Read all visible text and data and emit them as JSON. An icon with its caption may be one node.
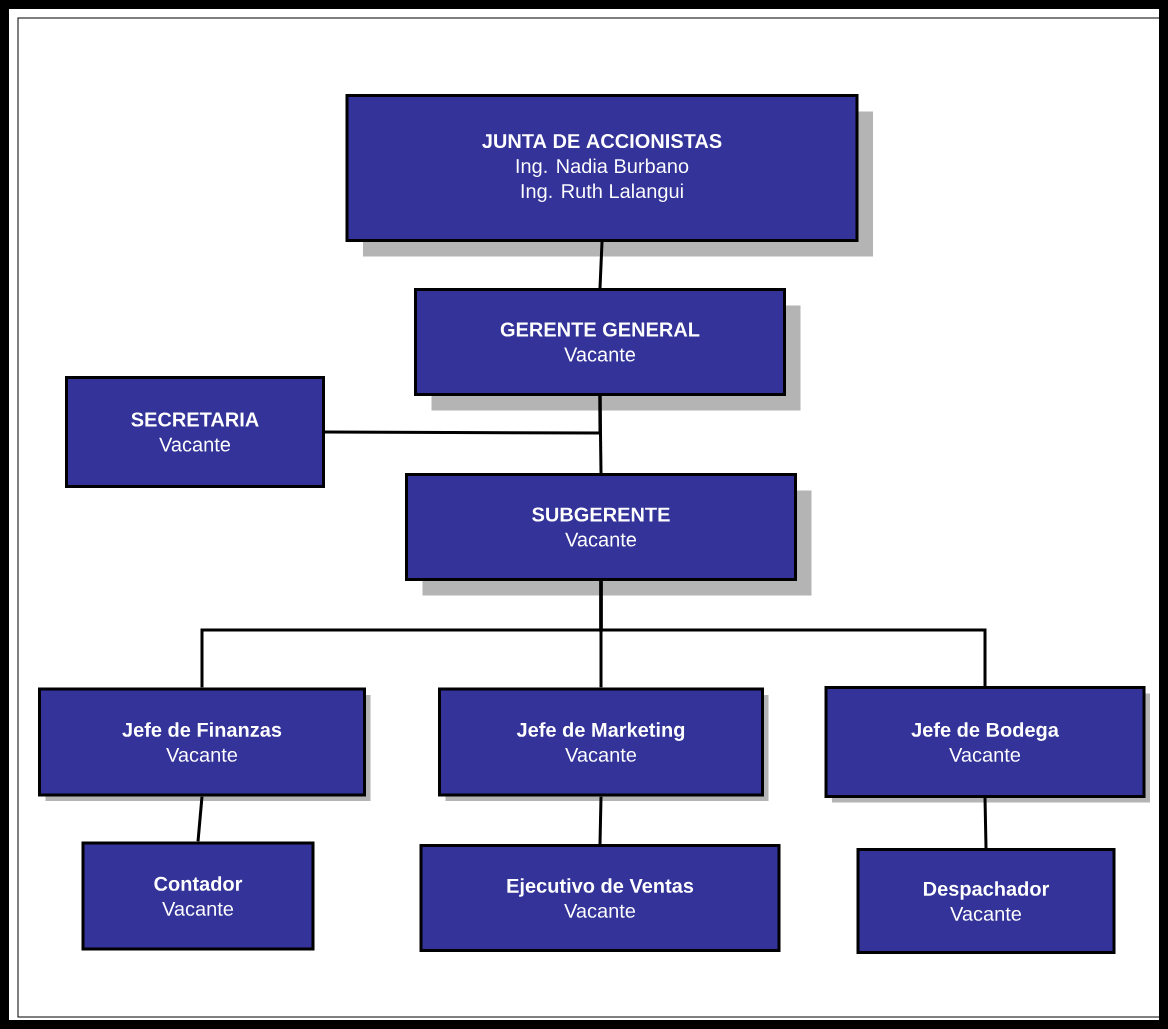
{
  "diagram": {
    "nodes": [
      {
        "text": [
          "JUNTA DE ACCIONISTAS",
          "Ing. Nadia Burbano",
          "Ing. Ruth Lalangui"
        ]
      },
      {
        "text": [
          "GERENTE GENERAL",
          "Vacante"
        ]
      },
      {
        "text": [
          "SECRETARIA",
          "Vacante"
        ]
      },
      {
        "text": [
          "SUBGERENTE",
          "Vacante"
        ]
      },
      {
        "text": [
          "Jefe de Finanzas",
          "Vacante"
        ]
      },
      {
        "text": [
          "Jefe de Marketing",
          "Vacante"
        ]
      },
      {
        "text": [
          "Jefe de Bodega",
          "Vacante"
        ]
      },
      {
        "text": [
          "Contador",
          "Vacante"
        ]
      },
      {
        "text": [
          "Ejecutivo de Ventas",
          "Vacante"
        ]
      },
      {
        "text": [
          "Despachador",
          "Vacante"
        ]
      }
    ],
    "edges": [
      {
        "from": 0,
        "to": 1,
        "arrow": "none"
      },
      {
        "from": 1,
        "to": 2,
        "arrow": "none"
      },
      {
        "from": 1,
        "to": 3,
        "arrow": "none"
      },
      {
        "from": 3,
        "to": 4,
        "arrow": "none"
      },
      {
        "from": 3,
        "to": 5,
        "arrow": "none"
      },
      {
        "from": 3,
        "to": 6,
        "arrow": "none"
      },
      {
        "from": 4,
        "to": 7,
        "arrow": "none"
      },
      {
        "from": 5,
        "to": 8,
        "arrow": "none"
      },
      {
        "from": 6,
        "to": 9,
        "arrow": "none"
      }
    ]
  }
}
